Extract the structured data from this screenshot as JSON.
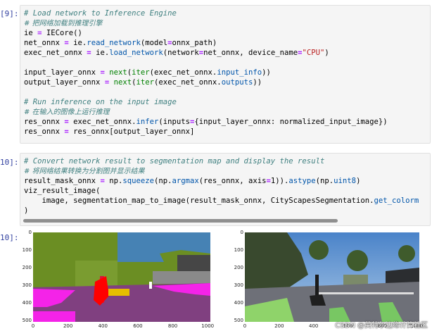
{
  "cells": [
    {
      "prompt": "[9]:",
      "lines": [
        [
          [
            "cm",
            "# Load network to Inference Engine"
          ]
        ],
        [
          [
            "cmzh",
            "# 把网络加载到推理引擎"
          ]
        ],
        [
          [
            "t",
            "ie "
          ],
          [
            "op",
            "="
          ],
          [
            "t",
            " IECore()"
          ]
        ],
        [
          [
            "t",
            "net_onnx "
          ],
          [
            "op",
            "="
          ],
          [
            "t",
            " ie."
          ],
          [
            "nf",
            "read_network"
          ],
          [
            "t",
            "(model"
          ],
          [
            "op",
            "="
          ],
          [
            "t",
            "onnx_path)"
          ]
        ],
        [
          [
            "t",
            "exec_net_onnx "
          ],
          [
            "op",
            "="
          ],
          [
            "t",
            " ie."
          ],
          [
            "nf",
            "load_network"
          ],
          [
            "t",
            "(network"
          ],
          [
            "op",
            "="
          ],
          [
            "t",
            "net_onnx, device_name"
          ],
          [
            "op",
            "="
          ],
          [
            "str",
            "\"CPU\""
          ],
          [
            "t",
            ")"
          ]
        ],
        [
          [
            "t",
            ""
          ]
        ],
        [
          [
            "t",
            "input_layer_onnx "
          ],
          [
            "op",
            "="
          ],
          [
            "t",
            " "
          ],
          [
            "bi",
            "next"
          ],
          [
            "t",
            "("
          ],
          [
            "bi",
            "iter"
          ],
          [
            "t",
            "(exec_net_onnx."
          ],
          [
            "nf",
            "input_info"
          ],
          [
            "t",
            "))"
          ]
        ],
        [
          [
            "t",
            "output_layer_onnx "
          ],
          [
            "op",
            "="
          ],
          [
            "t",
            " "
          ],
          [
            "bi",
            "next"
          ],
          [
            "t",
            "("
          ],
          [
            "bi",
            "iter"
          ],
          [
            "t",
            "(exec_net_onnx."
          ],
          [
            "nf",
            "outputs"
          ],
          [
            "t",
            "))"
          ]
        ],
        [
          [
            "t",
            ""
          ]
        ],
        [
          [
            "cm",
            "# Run inference on the input image"
          ]
        ],
        [
          [
            "cmzh",
            "# 在输入的图像上运行推理"
          ]
        ],
        [
          [
            "t",
            "res_onnx "
          ],
          [
            "op",
            "="
          ],
          [
            "t",
            " exec_net_onnx."
          ],
          [
            "nf",
            "infer"
          ],
          [
            "t",
            "(inputs"
          ],
          [
            "op",
            "="
          ],
          [
            "t",
            "{input_layer_onnx: normalized_input_image})"
          ]
        ],
        [
          [
            "t",
            "res_onnx "
          ],
          [
            "op",
            "="
          ],
          [
            "t",
            " res_onnx[output_layer_onnx]"
          ]
        ]
      ]
    },
    {
      "prompt": "10]:",
      "lines": [
        [
          [
            "cm",
            "# Convert network result to segmentation map and display the result"
          ]
        ],
        [
          [
            "cmzh",
            "# 将网络结果转换为分割图并显示结果"
          ]
        ],
        [
          [
            "t",
            "result_mask_onnx "
          ],
          [
            "op",
            "="
          ],
          [
            "t",
            " np."
          ],
          [
            "nf",
            "squeeze"
          ],
          [
            "t",
            "(np."
          ],
          [
            "nf",
            "argmax"
          ],
          [
            "t",
            "(res_onnx, axis"
          ],
          [
            "op",
            "="
          ],
          [
            "t",
            "1))."
          ],
          [
            "nf",
            "astype"
          ],
          [
            "t",
            "(np."
          ],
          [
            "nf",
            "uint8"
          ],
          [
            "t",
            ")"
          ]
        ],
        [
          [
            "t",
            "viz_result_image("
          ]
        ],
        [
          [
            "t",
            "    image, segmentation_map_to_image(result_mask_onnx, CityScapesSegmentation."
          ],
          [
            "nf",
            "get_colorm"
          ]
        ],
        [
          [
            "t",
            ")"
          ]
        ]
      ]
    }
  ],
  "output": {
    "prompt": "10]:",
    "left_yticks": [
      "0",
      "100",
      "200",
      "300",
      "400",
      "500"
    ],
    "left_xticks": [
      "0",
      "200",
      "400",
      "600",
      "800",
      "1000"
    ],
    "right_yticks": [
      "0",
      "100",
      "200",
      "300",
      "400",
      "500"
    ],
    "right_xticks": [
      "0",
      "200",
      "400",
      "600",
      "800",
      "1000"
    ]
  },
  "watermark": "CSDN @英特尔边缘计算社区",
  "colors": {
    "prompt": "#303f9f",
    "comment": "#408080",
    "keyword_op": "#aa22ff",
    "func": "#0055aa",
    "string": "#ba2121"
  }
}
